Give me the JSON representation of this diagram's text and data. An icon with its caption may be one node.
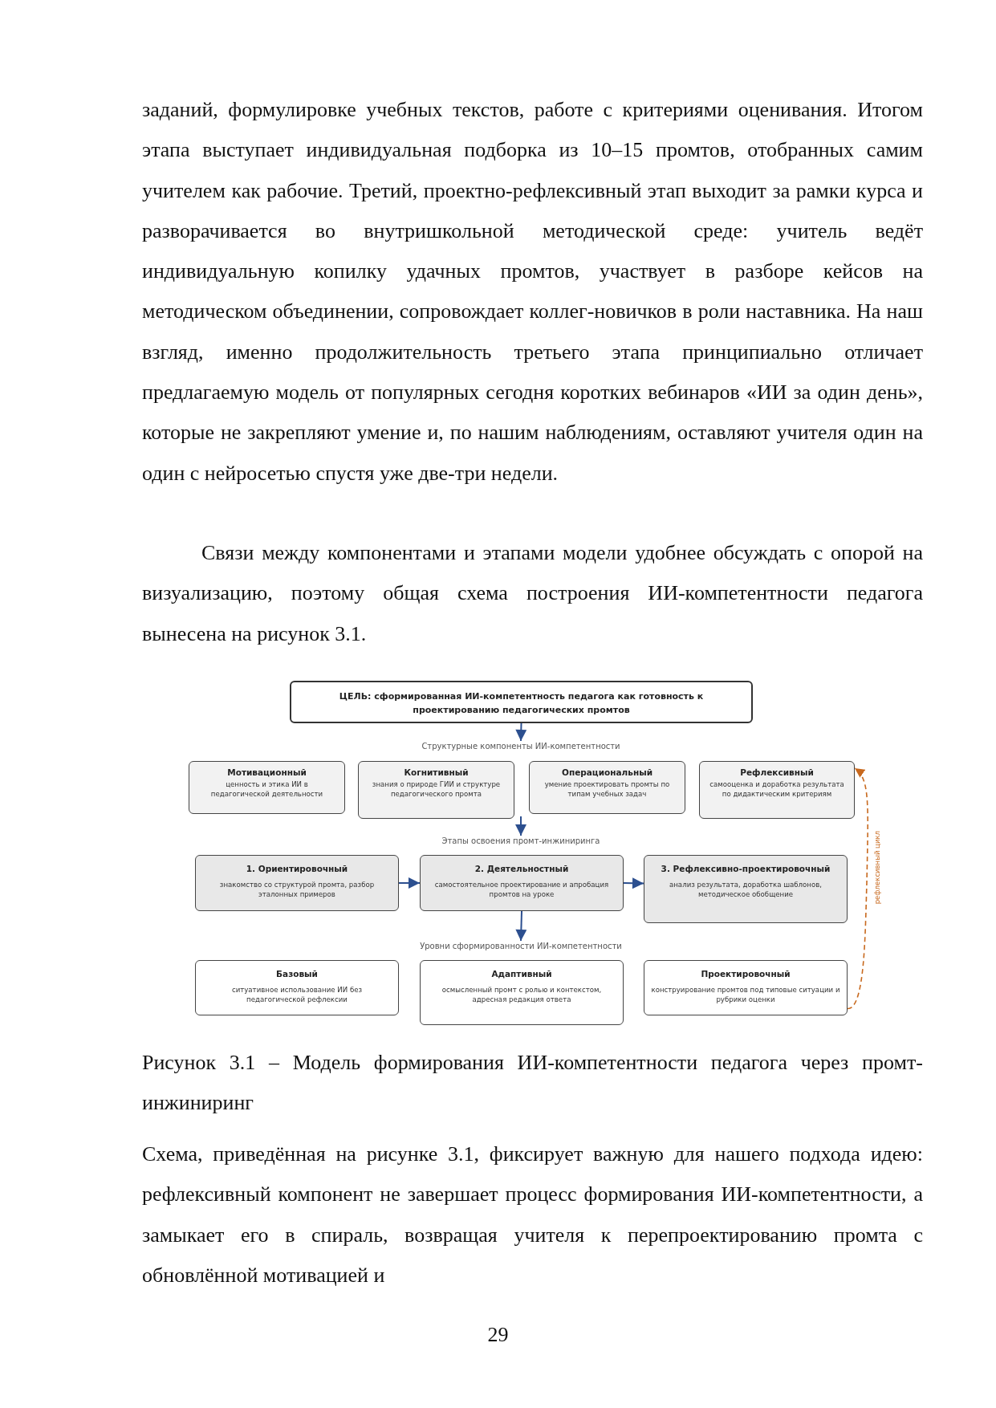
{
  "diagram": {
    "caption": "Рисунок 3.1 – Модель формирования ИИ-компетентности педагога через промт-инжиниринг",
    "nodes": [
      {
        "text": [
          "ЦЕЛЬ: сформированная ИИ-компетентность педагога как готовность к проектированию педагогических промтов"
        ]
      },
      {
        "text": [
          "Структурные компоненты ИИ-компетентности"
        ]
      },
      {
        "text": [
          "Мотивационный",
          "ценность и этика ИИ в педагогической деятельности"
        ]
      },
      {
        "text": [
          "Когнитивный",
          "знания о природе ГИИ и структуре педагогического промта"
        ]
      },
      {
        "text": [
          "Операциональный",
          "умение проектировать промты по типам учебных задач"
        ]
      },
      {
        "text": [
          "Рефлексивный",
          "самооценка и доработка результата по дидактическим критериям"
        ]
      },
      {
        "text": [
          "Этапы освоения промт-инжиниринга"
        ]
      },
      {
        "text": [
          "1. Ориентировочный",
          "знакомство со структурой промта, разбор эталонных примеров"
        ]
      },
      {
        "text": [
          "2. Деятельностный",
          "самостоятельное проектирование и апробация промтов на уроке"
        ]
      },
      {
        "text": [
          "3. Рефлексивно-проектировочный",
          "анализ результата, доработка шаблонов, методическое обобщение"
        ]
      },
      {
        "text": [
          "Уровни сформированности ИИ-компетентности"
        ]
      },
      {
        "text": [
          "Базовый",
          "ситуативное использование ИИ без педагогической рефлексии"
        ]
      },
      {
        "text": [
          "Адаптивный",
          "осмысленный промт с ролью и контекстом, адресная редакция ответа"
        ]
      },
      {
        "text": [
          "Проектировочный",
          "конструирование промтов под типовые ситуации и рубрики оценки"
        ]
      }
    ],
    "edges": [
      {
        "from": 0,
        "to": 1,
        "arrow": "to"
      },
      {
        "from": null,
        "to": 6,
        "arrow": "to"
      },
      {
        "from": 7,
        "to": 8,
        "arrow": "to"
      },
      {
        "from": 8,
        "to": 9,
        "arrow": "to"
      },
      {
        "from": 8,
        "to": 10,
        "arrow": "to"
      },
      {
        "from": 13,
        "to": 5,
        "arrow": "to",
        "label": "рефлексивный цикл",
        "style": "dashed",
        "color": "#c8691e"
      }
    ],
    "labels": [
      "заданий, формулировке учебных текстов, работе с критериями оценивания. Итогом этапа выступает индивидуальная подборка из 10–15 промтов, отобранных самим учителем как рабочие. Третий, проектно-рефлексивный этап выходит за рамки курса и разворачивается во внутришкольной методической среде: учитель ведёт индивидуальную копилку удачных промтов, участвует в разборе кейсов на методическом объединении, сопровождает коллег-новичков в роли наставника. На наш взгляд, именно продолжительность третьего этапа принципиально отличает предлагаемую модель от популярных сегодня коротких вебинаров «ИИ за один день», которые не закрепляют умение и, по нашим наблюдениям, оставляют учителя один на один с нейросетью спустя уже две-три недели.",
      "Связи между компонентами и этапами модели удобнее обсуждать с опорой на визуализацию, поэтому общая схема построения ИИ-компетентности педагога вынесена на рисунок 3.1.",
      "Схема, приведённая на рисунке 3.1, фиксирует важную для нашего подхода идею: рефлексивный компонент не завершает процесс формирования ИИ-компетентности, а замыкает его в спираль, возвращая учителя к перепроектированию промта с обновлённой мотивацией и",
      "29"
    ]
  }
}
